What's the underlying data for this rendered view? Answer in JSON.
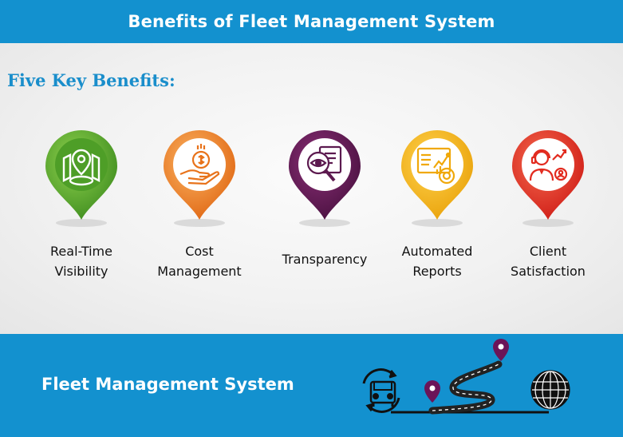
{
  "header": {
    "title": "Benefits of Fleet Management System"
  },
  "section": {
    "subtitle": "Five Key Benefits:"
  },
  "benefits": [
    {
      "line1": "Real-Time",
      "line2": "Visibility",
      "color": "#5aa62b",
      "icon": "location-map-icon"
    },
    {
      "line1": "Cost",
      "line2": "Management",
      "color": "#f0781e",
      "icon": "dollar-hand-icon"
    },
    {
      "line1": "Transparency",
      "line2": "",
      "color": "#5c1a4f",
      "icon": "magnifier-eye-icon"
    },
    {
      "line1": "Automated",
      "line2": "Reports",
      "color": "#f1b10f",
      "icon": "report-chart-icon"
    },
    {
      "line1": "Client",
      "line2": "Satisfaction",
      "color": "#e22b1f",
      "icon": "support-agent-icon"
    }
  ],
  "footer": {
    "title": "Fleet Management System"
  },
  "colors": {
    "brand_blue": "#1391cf",
    "subtitle_blue": "#1a8ecb"
  }
}
